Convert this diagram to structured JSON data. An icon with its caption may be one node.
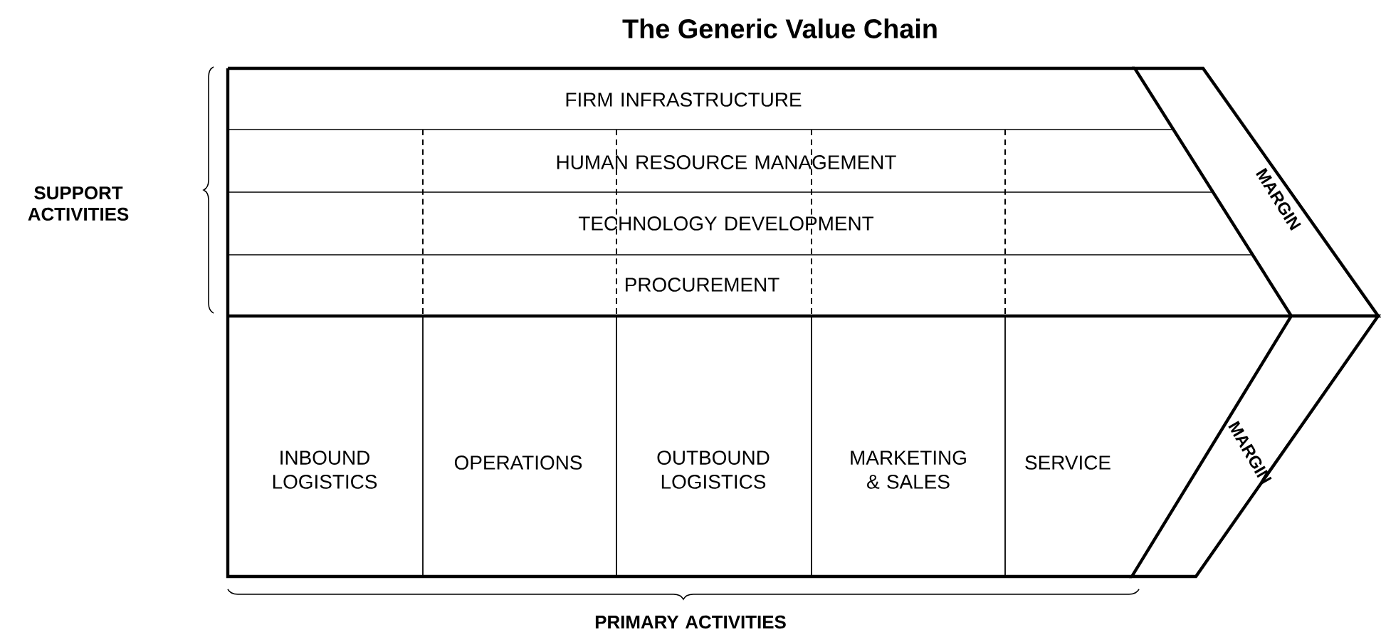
{
  "diagram": {
    "title": "The Generic Value Chain",
    "nodes": [
      {
        "text": [
          "FIRM INFRASTRUCTURE"
        ]
      },
      {
        "text": [
          "HUMAN RESOURCE MANAGEMENT"
        ]
      },
      {
        "text": [
          "TECHNOLOGY DEVELOPMENT"
        ]
      },
      {
        "text": [
          "PROCUREMENT"
        ]
      },
      {
        "text": [
          "INBOUND LOGISTICS"
        ]
      },
      {
        "text": [
          "OPERATIONS"
        ]
      },
      {
        "text": [
          "OUTBOUND LOGISTICS"
        ]
      },
      {
        "text": [
          "MARKETING & SALES"
        ]
      },
      {
        "text": [
          "SERVICE"
        ]
      },
      {
        "text": [
          "MARGIN"
        ]
      },
      {
        "text": [
          "MARGIN"
        ]
      }
    ],
    "labels": [
      "SUPPORT ACTIVITIES",
      "PRIMARY ACTIVITIES"
    ]
  }
}
